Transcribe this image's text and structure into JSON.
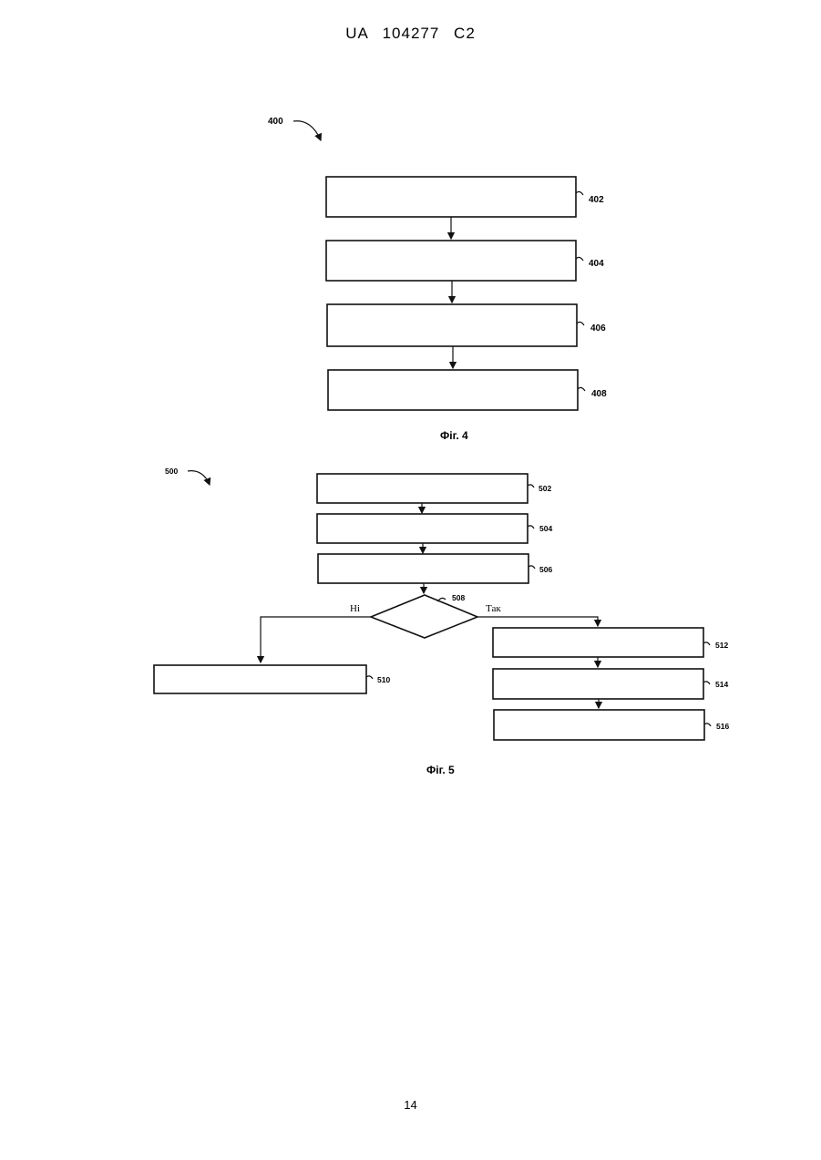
{
  "header": {
    "text": "UA   104277   C2"
  },
  "footer": {
    "page_number": "14"
  },
  "fig4": {
    "figure_ref": "400",
    "caption": "Фіг. 4",
    "steps": [
      "402",
      "404",
      "406",
      "408"
    ]
  },
  "fig5": {
    "figure_ref": "500",
    "caption": "Фіг. 5",
    "steps": [
      "502",
      "504",
      "506"
    ],
    "decision": "508",
    "no_label": "Ні",
    "yes_label": "Так",
    "no_step": "510",
    "yes_steps": [
      "512",
      "514",
      "516"
    ]
  }
}
